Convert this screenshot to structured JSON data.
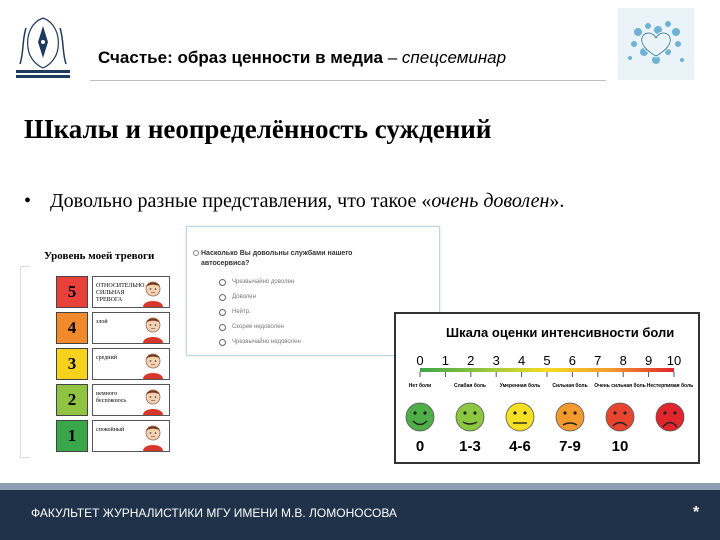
{
  "header": {
    "title_bold": "Счастье: образ ценности в медиа",
    "title_dash": " – ",
    "title_italic": "спецсеминар"
  },
  "slide": {
    "title": "Шкалы и неопределённость суждений",
    "bullet_dot": "•",
    "bullet_prefix": "Довольно разные представления, что такое «",
    "bullet_italic": "очень доволен",
    "bullet_suffix": "»."
  },
  "anxiety_scale": {
    "title": "Уровень моей тревоги",
    "rows": [
      {
        "num": "5",
        "color": "#e8413c",
        "label": "ОТНОСИТЕЛЬНО СИЛЬНАЯ ТРЕВОГА"
      },
      {
        "num": "4",
        "color": "#f08a2a",
        "label": "злой"
      },
      {
        "num": "3",
        "color": "#f7d21c",
        "label": "средний"
      },
      {
        "num": "2",
        "color": "#8fc341",
        "label": "немного беспокоюсь"
      },
      {
        "num": "1",
        "color": "#3aa64b",
        "label": "спокойный"
      }
    ]
  },
  "survey": {
    "question": "Насколько Вы довольны службами нашего автосервиса?",
    "options": [
      "Чрезвычайно доволен",
      "Доволен",
      "Нейтр.",
      "Скорее недоволен",
      "Чрезвычайно недоволен"
    ]
  },
  "pain_scale": {
    "title": "Шкала оценки интенсивности боли",
    "ticks": [
      "0",
      "1",
      "2",
      "3",
      "4",
      "5",
      "6",
      "7",
      "8",
      "9",
      "10"
    ],
    "faces": [
      {
        "label": "Нет боли",
        "range": "0",
        "color": "#4fae48"
      },
      {
        "label": "Слабая боль",
        "range": "1-3",
        "color": "#8cc83f"
      },
      {
        "label": "Умеренная боль",
        "range": "4-6",
        "color": "#f5df22"
      },
      {
        "label": "Сильная боль",
        "range": "7-9",
        "color": "#f29a2e"
      },
      {
        "label": "Очень сильная боль",
        "range": "10",
        "color": "#e9442f"
      },
      {
        "label": "Нестерпимая боль",
        "range": "",
        "color": "#e0262c"
      }
    ]
  },
  "footer": {
    "text": "ФАКУЛЬТЕТ ЖУРНАЛИСТИКИ МГУ ИМЕНИ М.В. ЛОМОНОСОВА",
    "star": "*"
  }
}
